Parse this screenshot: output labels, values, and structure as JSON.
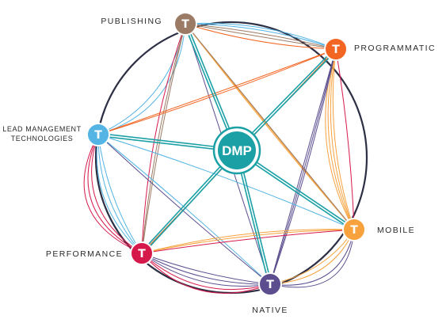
{
  "hub": {
    "label": "DMP",
    "color": "#1ba0a6"
  },
  "colors": {
    "ring": "#2d2f44",
    "teal": "#1ba0a6",
    "brown": "#9b7b65",
    "orange_red": "#f26522",
    "light_orange": "#f7a23d",
    "light_blue": "#54b4e4",
    "crimson": "#d6194b",
    "purple": "#5b4d8e",
    "pink": "#c94f7c"
  },
  "nodes": [
    {
      "id": "publishing",
      "label": "PUBLISHING",
      "color": "#9b7b65",
      "icon": "t-logo-icon"
    },
    {
      "id": "programmatic",
      "label": "PROGRAMMATIC",
      "color": "#f26522",
      "icon": "t-logo-icon"
    },
    {
      "id": "mobile",
      "label": "MOBILE",
      "color": "#f7a23d",
      "icon": "t-logo-icon"
    },
    {
      "id": "native",
      "label": "NATIVE",
      "color": "#5b4d8e",
      "icon": "t-logo-icon"
    },
    {
      "id": "performance",
      "label": "PERFORMANCE",
      "color": "#d6194b",
      "icon": "t-logo-icon"
    },
    {
      "id": "lead",
      "label_line1": "LEAD MANAGEMENT",
      "label_line2": "TECHNOLOGIES",
      "color": "#54b4e4",
      "icon": "t-logo-icon"
    }
  ],
  "icon_glyph": "T"
}
